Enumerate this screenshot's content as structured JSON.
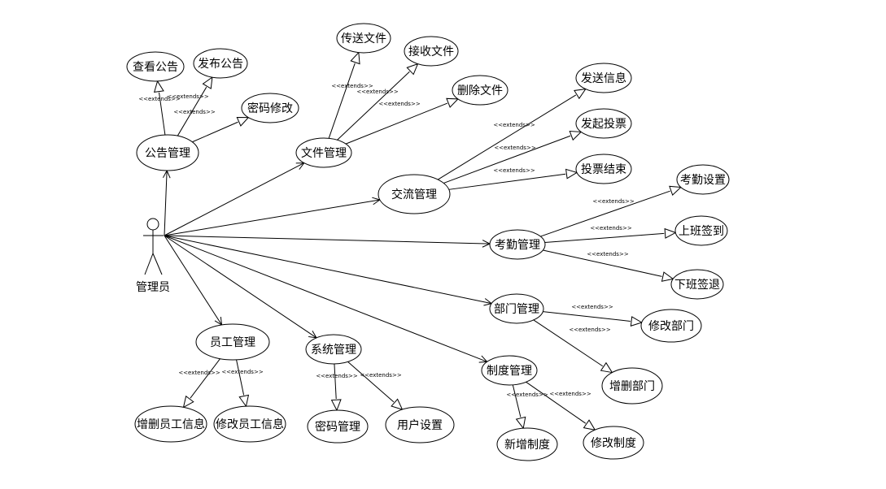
{
  "actor": {
    "id": "admin",
    "label": "管理员"
  },
  "relation_label": "<<extends>>",
  "use_cases": [
    {
      "id": "notice_mgmt",
      "label": "公告管理"
    },
    {
      "id": "view_notice",
      "label": "查看公告"
    },
    {
      "id": "publish_notice",
      "label": "发布公告"
    },
    {
      "id": "change_password",
      "label": "密码修改"
    },
    {
      "id": "file_mgmt",
      "label": "文件管理"
    },
    {
      "id": "send_file",
      "label": "传送文件"
    },
    {
      "id": "receive_file",
      "label": "接收文件"
    },
    {
      "id": "delete_file",
      "label": "删除文件"
    },
    {
      "id": "comm_mgmt",
      "label": "交流管理"
    },
    {
      "id": "send_info",
      "label": "发送信息"
    },
    {
      "id": "start_vote",
      "label": "发起投票"
    },
    {
      "id": "end_vote",
      "label": "投票结束"
    },
    {
      "id": "attendance_mgmt",
      "label": "考勤管理"
    },
    {
      "id": "attendance_settings",
      "label": "考勤设置"
    },
    {
      "id": "clock_in",
      "label": "上班签到"
    },
    {
      "id": "clock_out",
      "label": "下班签退"
    },
    {
      "id": "dept_mgmt",
      "label": "部门管理"
    },
    {
      "id": "edit_dept",
      "label": "修改部门"
    },
    {
      "id": "add_del_dept",
      "label": "增删部门"
    },
    {
      "id": "rule_mgmt",
      "label": "制度管理"
    },
    {
      "id": "new_rule",
      "label": "新增制度"
    },
    {
      "id": "edit_rule",
      "label": "修改制度"
    },
    {
      "id": "employee_mgmt",
      "label": "员工管理"
    },
    {
      "id": "add_del_employee",
      "label": "增删员工信息"
    },
    {
      "id": "edit_employee",
      "label": "修改员工信息"
    },
    {
      "id": "system_mgmt",
      "label": "系统管理"
    },
    {
      "id": "password_mgmt",
      "label": "密码管理"
    },
    {
      "id": "user_settings",
      "label": "用户设置"
    }
  ],
  "associations": [
    {
      "from": "admin",
      "to": "notice_mgmt"
    },
    {
      "from": "admin",
      "to": "file_mgmt"
    },
    {
      "from": "admin",
      "to": "comm_mgmt"
    },
    {
      "from": "admin",
      "to": "attendance_mgmt"
    },
    {
      "from": "admin",
      "to": "dept_mgmt"
    },
    {
      "from": "admin",
      "to": "rule_mgmt"
    },
    {
      "from": "admin",
      "to": "employee_mgmt"
    },
    {
      "from": "admin",
      "to": "system_mgmt"
    }
  ],
  "extends": [
    {
      "from": "notice_mgmt",
      "to": "view_notice",
      "labeled": true
    },
    {
      "from": "notice_mgmt",
      "to": "publish_notice",
      "labeled": true
    },
    {
      "from": "notice_mgmt",
      "to": "change_password",
      "labeled": true
    },
    {
      "from": "file_mgmt",
      "to": "send_file",
      "labeled": true
    },
    {
      "from": "file_mgmt",
      "to": "receive_file",
      "labeled": true
    },
    {
      "from": "file_mgmt",
      "to": "delete_file",
      "labeled": true
    },
    {
      "from": "comm_mgmt",
      "to": "send_info",
      "labeled": true
    },
    {
      "from": "comm_mgmt",
      "to": "start_vote",
      "labeled": true
    },
    {
      "from": "comm_mgmt",
      "to": "end_vote",
      "labeled": true
    },
    {
      "from": "attendance_mgmt",
      "to": "attendance_settings",
      "labeled": true
    },
    {
      "from": "attendance_mgmt",
      "to": "clock_in",
      "labeled": true
    },
    {
      "from": "attendance_mgmt",
      "to": "clock_out",
      "labeled": true
    },
    {
      "from": "dept_mgmt",
      "to": "edit_dept",
      "labeled": true
    },
    {
      "from": "dept_mgmt",
      "to": "add_del_dept",
      "labeled": true
    },
    {
      "from": "rule_mgmt",
      "to": "new_rule",
      "labeled": true
    },
    {
      "from": "rule_mgmt",
      "to": "edit_rule",
      "labeled": true
    },
    {
      "from": "employee_mgmt",
      "to": "add_del_employee",
      "labeled": true
    },
    {
      "from": "employee_mgmt",
      "to": "edit_employee",
      "labeled": true
    },
    {
      "from": "system_mgmt",
      "to": "password_mgmt",
      "labeled": true
    },
    {
      "from": "system_mgmt",
      "to": "user_settings",
      "labeled": true
    }
  ],
  "colors": {
    "line": "#000000",
    "fill": "#ffffff",
    "background": "#ffffff"
  }
}
